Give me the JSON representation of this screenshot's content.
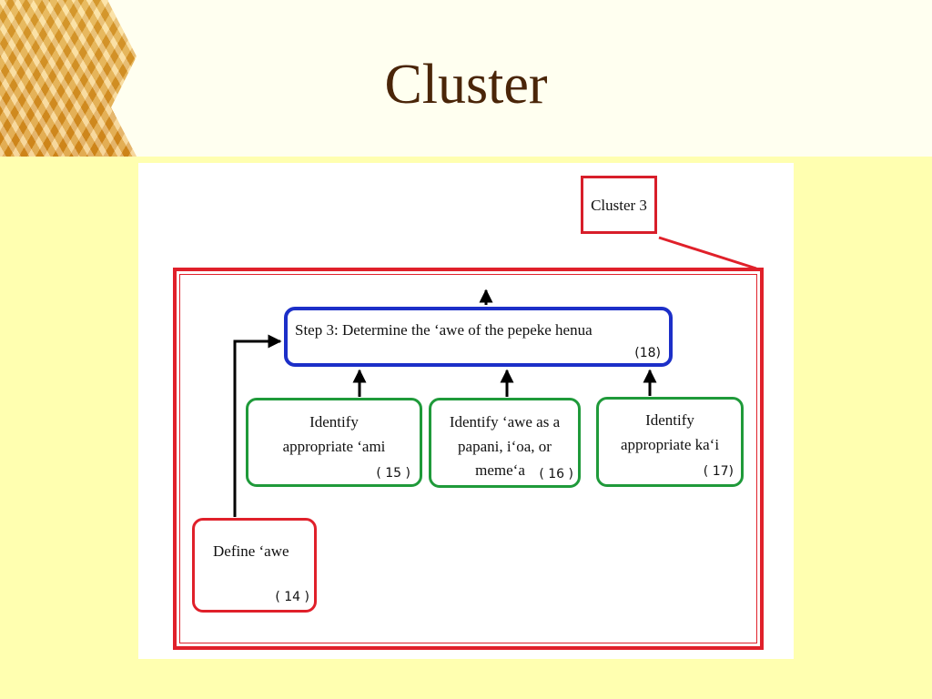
{
  "slide": {
    "title": "Cluster"
  },
  "diagram": {
    "cluster_label": "Cluster  3",
    "step": {
      "label": "Step 3:   Determine the ‘awe of the pepeke henua",
      "number": "(18)"
    },
    "tasks": [
      {
        "line1": "Identify",
        "line2": "appropriate ‘ami",
        "number": "( 15 )"
      },
      {
        "line1": "Identify ‘awe as a",
        "line2": "papani, i‘oa, or",
        "line3": "meme‘a",
        "number": "( 16 )"
      },
      {
        "line1": "Identify",
        "line2": "appropriate ka‘i",
        "number": "( 17)"
      }
    ],
    "define": {
      "label": "Define ‘awe",
      "number": "( 14 )"
    }
  },
  "colors": {
    "slide_background": "#ffffb0",
    "title_color": "#4a2508",
    "cluster_red": "#e0202a",
    "step_blue": "#1c2fc8",
    "task_green": "#1f9a3a"
  }
}
